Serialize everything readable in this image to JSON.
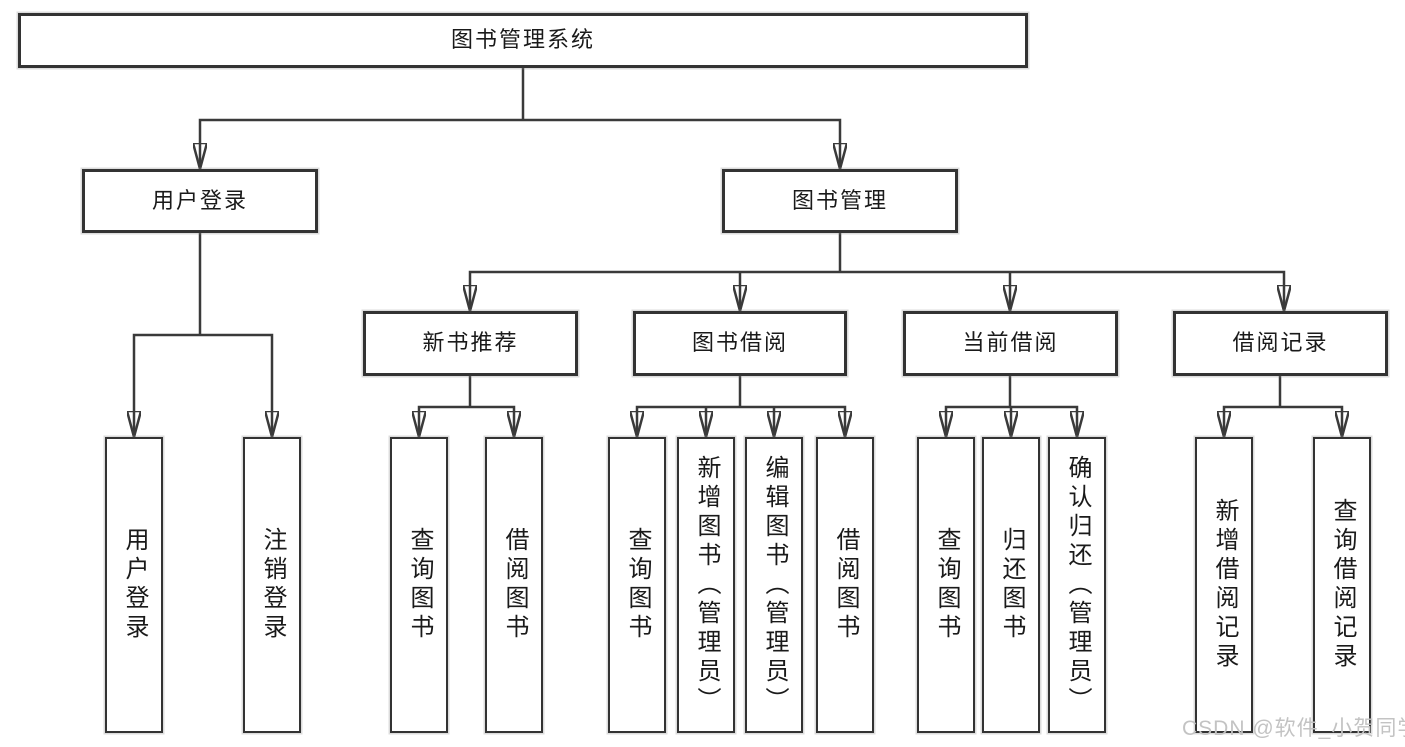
{
  "tree": {
    "root": {
      "label": "图书管理系统"
    },
    "user_login": {
      "label": "用户登录",
      "children": {
        "login": "用户登录",
        "logout": "注销登录"
      }
    },
    "book_mgmt": {
      "label": "图书管理",
      "children": {
        "new_book": {
          "label": "新书推荐",
          "children": {
            "query": "查询图书",
            "borrow": "借阅图书"
          }
        },
        "book_borrow": {
          "label": "图书借阅",
          "children": {
            "query": "查询图书",
            "add": "新增图书（管理员）",
            "edit": "编辑图书（管理员）",
            "borrow": "借阅图书"
          }
        },
        "current_borrow": {
          "label": "当前借阅",
          "children": {
            "query": "查询图书",
            "return": "归还图书",
            "confirm": "确认归还（管理员）"
          }
        },
        "borrow_records": {
          "label": "借阅记录",
          "children": {
            "add": "新增借阅记录",
            "query": "查询借阅记录"
          }
        }
      }
    }
  },
  "watermark": {
    "text": "CSDN @软件_小贺同学"
  },
  "colors": {
    "line": "#3a3a3a",
    "box_border": "#333333",
    "text": "#1a1a1a",
    "watermark": "#c3c3c3",
    "background": "#ffffff"
  }
}
